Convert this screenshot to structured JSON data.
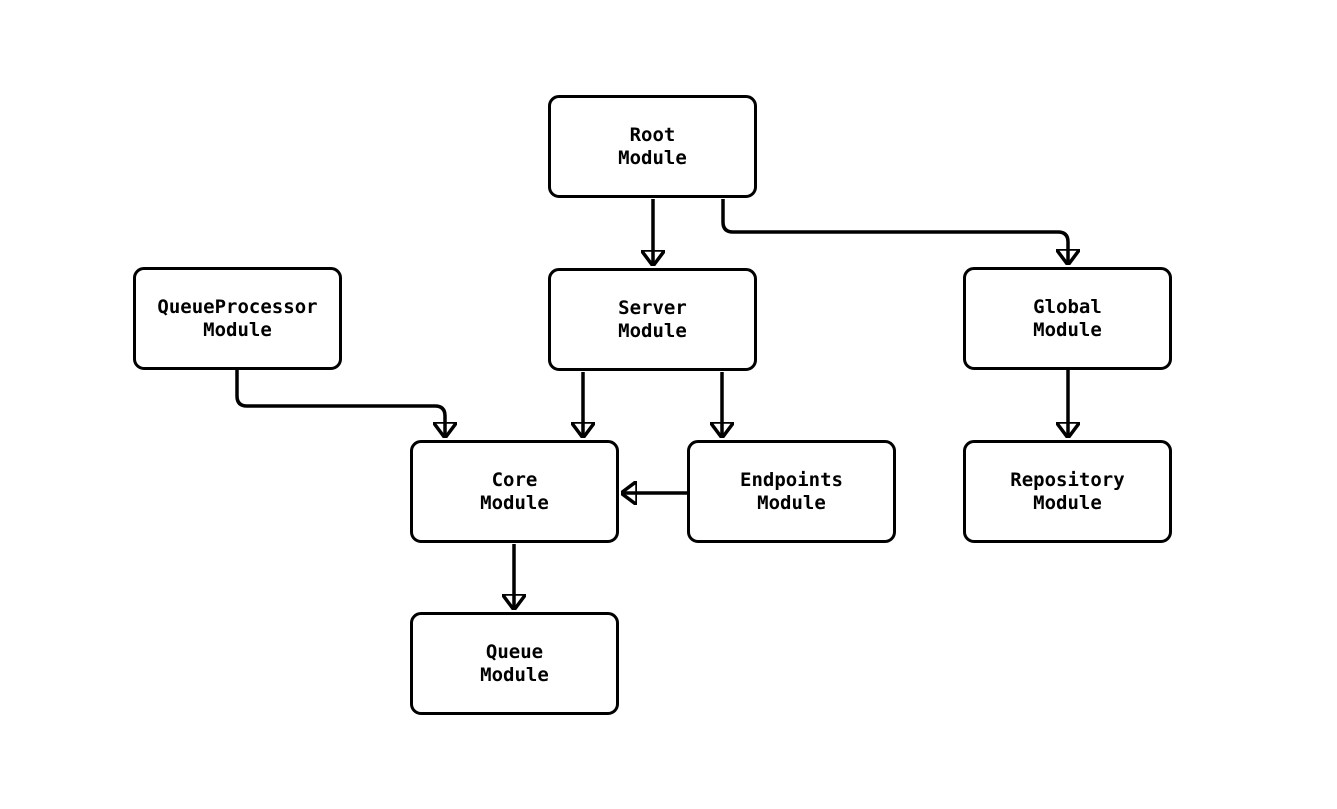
{
  "diagram": {
    "type": "module-dependency-graph",
    "colors": {
      "background": "#ffffff",
      "node_fill": "#ffffff",
      "stroke": "#000000",
      "text": "#000000"
    },
    "nodes": [
      {
        "id": "root",
        "line1": "Root",
        "line2": "Module"
      },
      {
        "id": "queueprocessor",
        "line1": "QueueProcessor",
        "line2": "Module"
      },
      {
        "id": "server",
        "line1": "Server",
        "line2": "Module"
      },
      {
        "id": "global",
        "line1": "Global",
        "line2": "Module"
      },
      {
        "id": "core",
        "line1": "Core",
        "line2": "Module"
      },
      {
        "id": "endpoints",
        "line1": "Endpoints",
        "line2": "Module"
      },
      {
        "id": "repository",
        "line1": "Repository",
        "line2": "Module"
      },
      {
        "id": "queue",
        "line1": "Queue",
        "line2": "Module"
      }
    ],
    "edges": [
      {
        "from": "root",
        "to": "server"
      },
      {
        "from": "root",
        "to": "global"
      },
      {
        "from": "queueprocessor",
        "to": "core"
      },
      {
        "from": "server",
        "to": "core"
      },
      {
        "from": "server",
        "to": "endpoints"
      },
      {
        "from": "endpoints",
        "to": "core"
      },
      {
        "from": "global",
        "to": "repository"
      },
      {
        "from": "core",
        "to": "queue"
      }
    ]
  }
}
